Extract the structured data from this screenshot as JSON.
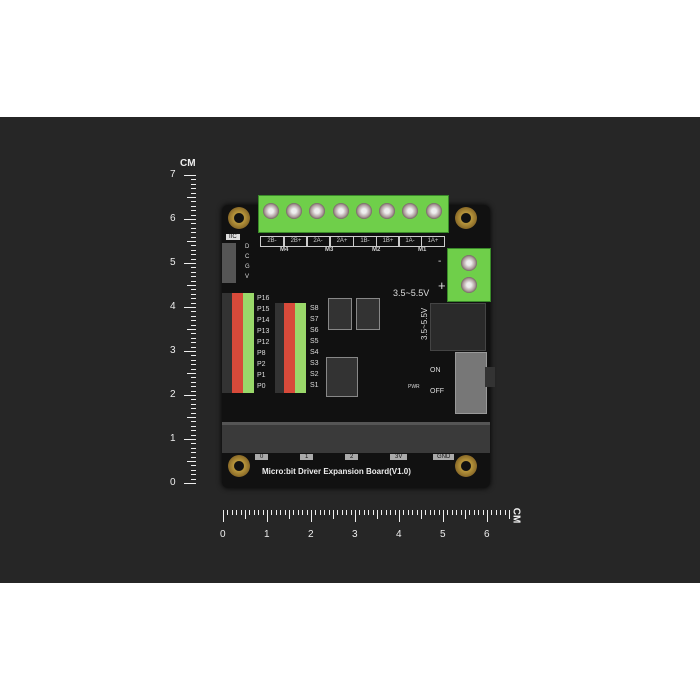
{
  "board": {
    "title": "Micro:bit Driver Expansion Board(V1.0)",
    "terminal_labels": [
      "2B-",
      "2B+",
      "2A-",
      "2A+",
      "1B-",
      "1B+",
      "1A-",
      "1A+"
    ],
    "motor_labels": [
      "M4",
      "M3",
      "M2",
      "M1"
    ],
    "iic_label": "IIC",
    "iic_pins": [
      "D",
      "C",
      "G",
      "V"
    ],
    "pin_labels": [
      "P16",
      "P15",
      "P14",
      "P13",
      "P12",
      "P8",
      "P2",
      "P1",
      "P0"
    ],
    "servo_labels": [
      "S8",
      "S7",
      "S6",
      "S5",
      "S4",
      "S3",
      "S2",
      "S1"
    ],
    "voltage_1": "3.5~5.5V",
    "voltage_2": "3.5~5.5V",
    "plus": "+",
    "minus": "-",
    "switch_on": "ON",
    "switch_off": "OFF",
    "pwr": "PWR",
    "edge_labels": [
      "0",
      "1",
      "2",
      "3V",
      "GND"
    ]
  },
  "ruler": {
    "unit": "CM",
    "vertical": [
      "0",
      "1",
      "2",
      "3",
      "4",
      "5",
      "6",
      "7"
    ],
    "horizontal": [
      "0",
      "1",
      "2",
      "3",
      "4",
      "5",
      "6"
    ]
  },
  "colors": {
    "board": "#111111",
    "terminal": "#6fcf4a",
    "background": "#262626"
  }
}
